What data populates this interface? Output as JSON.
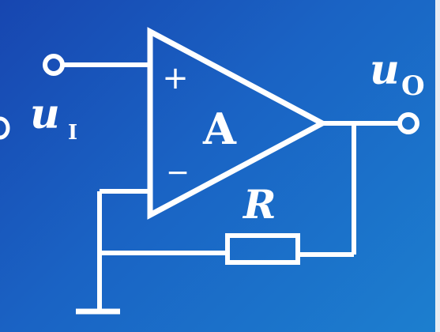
{
  "diagram": {
    "input_label": "u",
    "input_subscript": "I",
    "output_label": "u",
    "output_subscript": "O",
    "amp_label": "A",
    "plus_sign": "+",
    "minus_sign": "−",
    "resistor_label": "R",
    "colors": {
      "background_start": "#1746b0",
      "background_end": "#1c7fcf",
      "line": "#ffffff"
    }
  }
}
